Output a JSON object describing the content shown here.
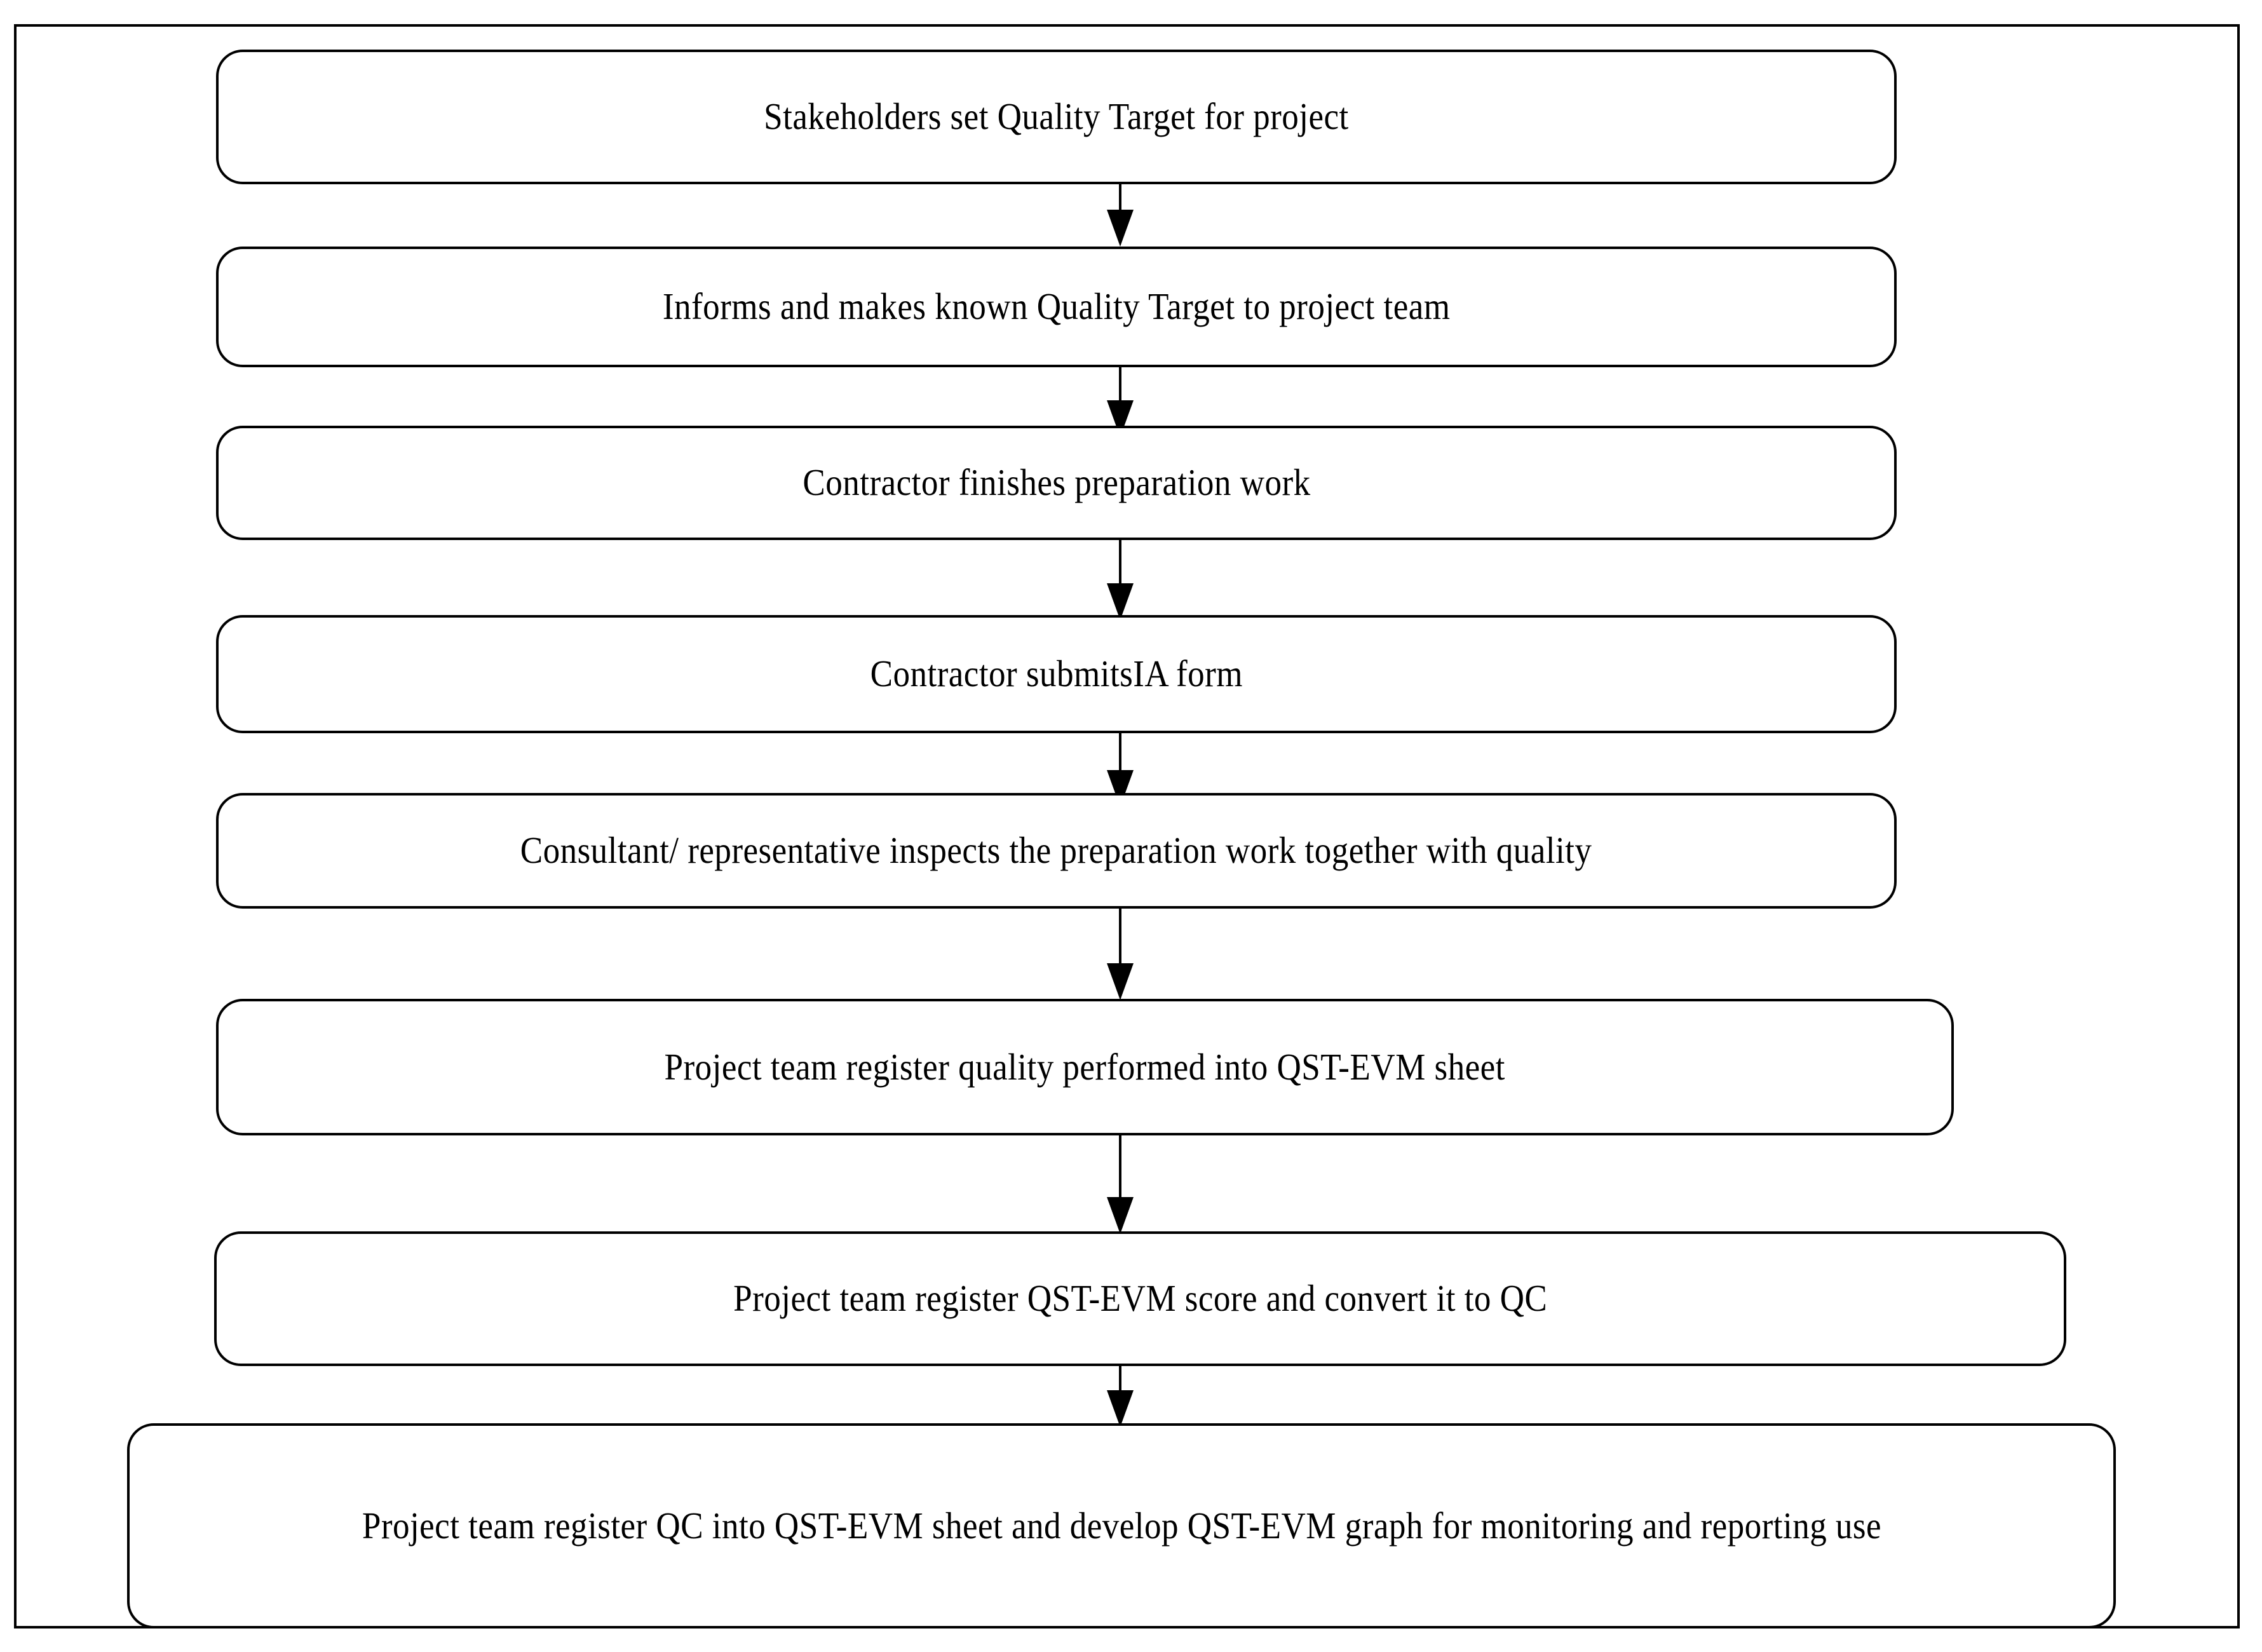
{
  "figure": {
    "title": "QST-EVM quality process flowchart",
    "border_color": "#000000",
    "background_color": "#ffffff",
    "node_fill_color": "#ffffff",
    "text_color": "#000000",
    "orientation": "top-to-bottom"
  },
  "nodes": [
    {
      "id": "step-1",
      "label": "Stakeholders set Quality Target for project"
    },
    {
      "id": "step-2",
      "label": "Informs and makes known Quality Target to project team"
    },
    {
      "id": "step-3",
      "label": "Contractor finishes preparation work"
    },
    {
      "id": "step-4",
      "label": "Contractor submitsIA form"
    },
    {
      "id": "step-5",
      "label": "Consultant/ representative inspects the preparation work together with quality"
    },
    {
      "id": "step-6",
      "label": "Project team register quality performed into QST-EVM sheet"
    },
    {
      "id": "step-7",
      "label": "Project team register QST-EVM score and convert it to QC"
    },
    {
      "id": "step-8",
      "label": "Project team register QC into QST-EVM sheet and develop QST-EVM graph for monitoring and reporting use"
    }
  ],
  "connectors": [
    {
      "id": "arrow-1-2",
      "from": "step-1",
      "to": "step-2",
      "glyph": "down-arrow"
    },
    {
      "id": "arrow-2-3",
      "from": "step-2",
      "to": "step-3",
      "glyph": "down-arrow"
    },
    {
      "id": "arrow-3-4",
      "from": "step-3",
      "to": "step-4",
      "glyph": "down-arrow"
    },
    {
      "id": "arrow-4-5",
      "from": "step-4",
      "to": "step-5",
      "glyph": "down-arrow"
    },
    {
      "id": "arrow-5-6",
      "from": "step-5",
      "to": "step-6",
      "glyph": "down-arrow"
    },
    {
      "id": "arrow-6-7",
      "from": "step-6",
      "to": "step-7",
      "glyph": "down-arrow"
    },
    {
      "id": "arrow-7-8",
      "from": "step-7",
      "to": "step-8",
      "glyph": "down-arrow"
    }
  ]
}
